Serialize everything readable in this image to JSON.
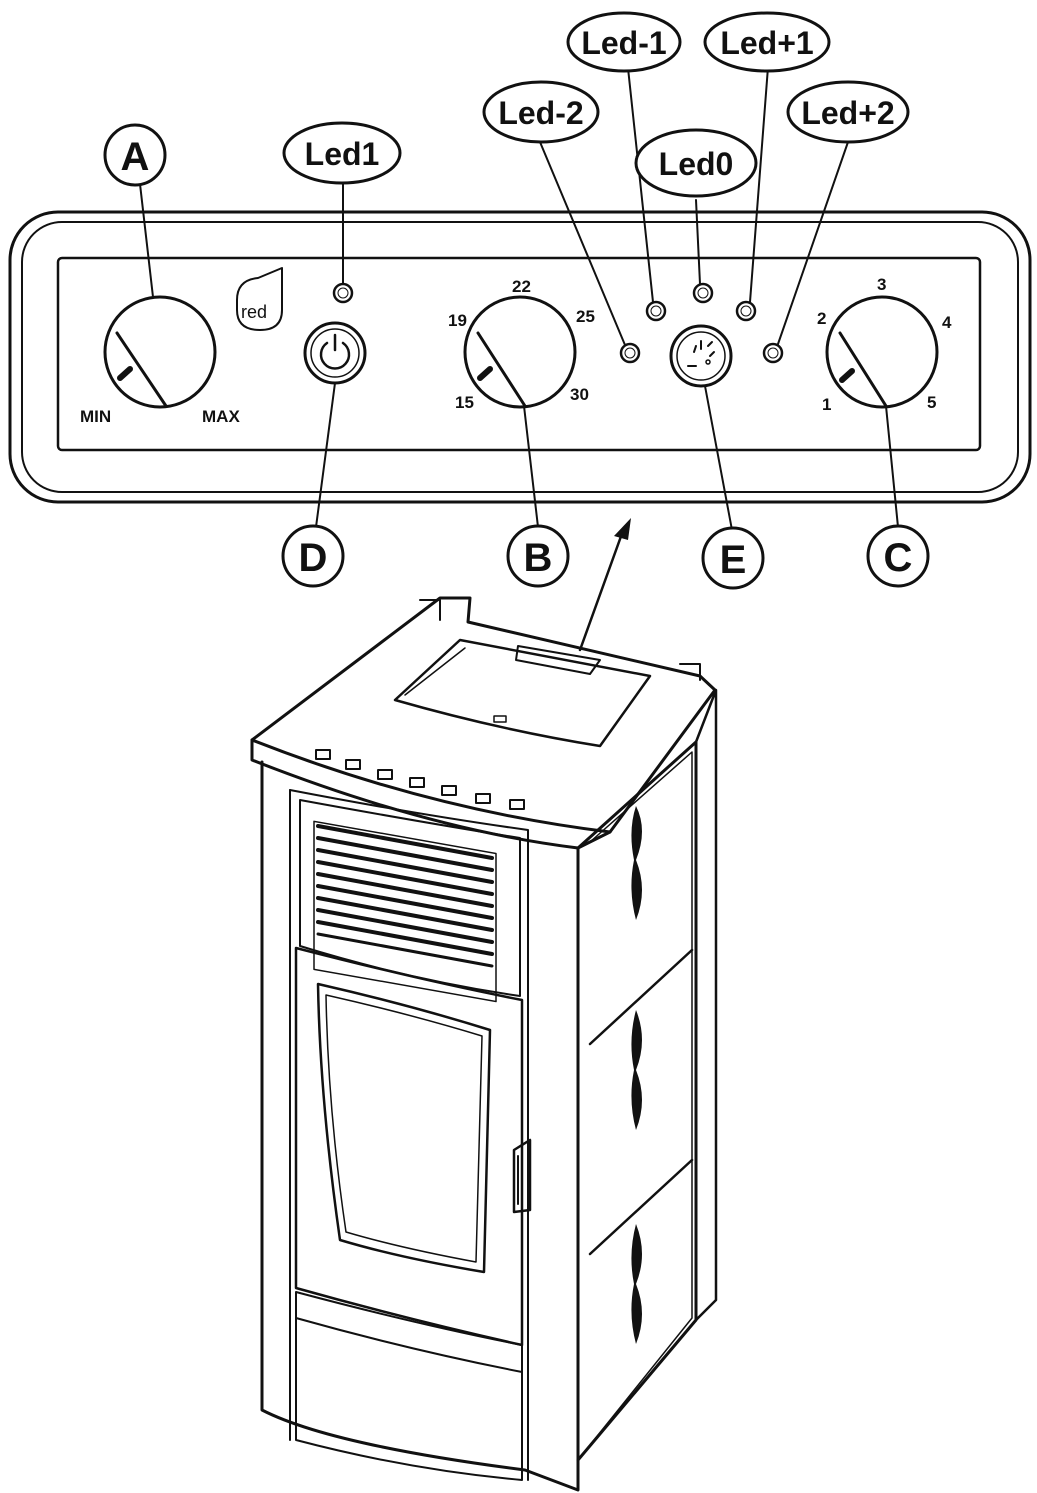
{
  "callouts": {
    "A": "A",
    "B": "B",
    "C": "C",
    "D": "D",
    "E": "E"
  },
  "leds": {
    "led1": "Led1",
    "led_minus_2": "Led-2",
    "led_minus_1": "Led-1",
    "led_0": "Led0",
    "led_plus_1": "Led+1",
    "led_plus_2": "Led+2"
  },
  "knob_a": {
    "min_label": "MIN",
    "max_label": "MAX"
  },
  "knob_b": {
    "scale": [
      "15",
      "19",
      "22",
      "25",
      "30"
    ]
  },
  "knob_c": {
    "scale": [
      "1",
      "2",
      "3",
      "4",
      "5"
    ]
  },
  "brand": {
    "logo_text": "red"
  },
  "colors": {
    "ink": "#111111",
    "background": "#ffffff"
  }
}
